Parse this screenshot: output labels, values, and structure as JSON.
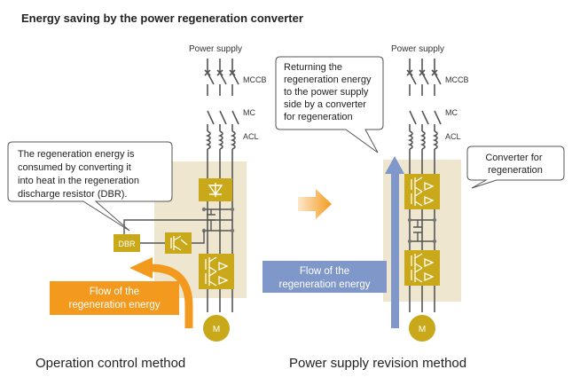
{
  "title": "Energy saving by the power regeneration converter",
  "left": {
    "power_supply": "Power supply",
    "mccb": "MCCB",
    "mc": "MC",
    "acl": "ACL",
    "callout": [
      "The regeneration energy is",
      "consumed by converting it",
      "into heat in the regeneration",
      "discharge resistor (DBR)."
    ],
    "dbr": "DBR",
    "flow": [
      "Flow of the",
      "regeneration energy"
    ],
    "motor": "M",
    "caption": "Operation control method"
  },
  "right": {
    "power_supply": "Power supply",
    "mccb": "MCCB",
    "mc": "MC",
    "acl": "ACL",
    "callout": [
      "Returning the",
      "regeneration energy",
      "to the power supply",
      "side by a converter",
      "for regeneration"
    ],
    "converter_callout": [
      "Converter for",
      "regeneration"
    ],
    "flow": [
      "Flow of the",
      "regeneration energy"
    ],
    "motor": "M",
    "caption": "Power supply revision method"
  },
  "colors": {
    "module": "#c9a81a",
    "panel": "#efe6d0",
    "orange": "#f39a1e",
    "blue": "#7f97c9",
    "line": "#555555"
  }
}
